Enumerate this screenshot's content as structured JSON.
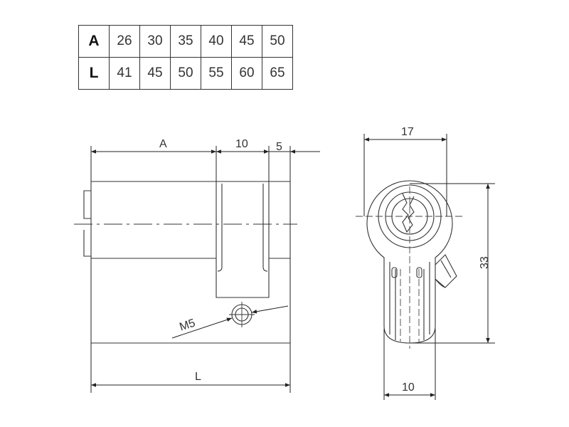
{
  "table": {
    "rows": [
      {
        "label": "A",
        "values": [
          "26",
          "30",
          "35",
          "40",
          "45",
          "50"
        ]
      },
      {
        "label": "L",
        "values": [
          "41",
          "45",
          "50",
          "55",
          "60",
          "65"
        ]
      }
    ]
  },
  "dimensions": {
    "a": "A",
    "slot_width": "10",
    "offset": "5",
    "length": "L",
    "thread": "M5",
    "width": "17",
    "height": "33",
    "bottom_width": "10"
  }
}
